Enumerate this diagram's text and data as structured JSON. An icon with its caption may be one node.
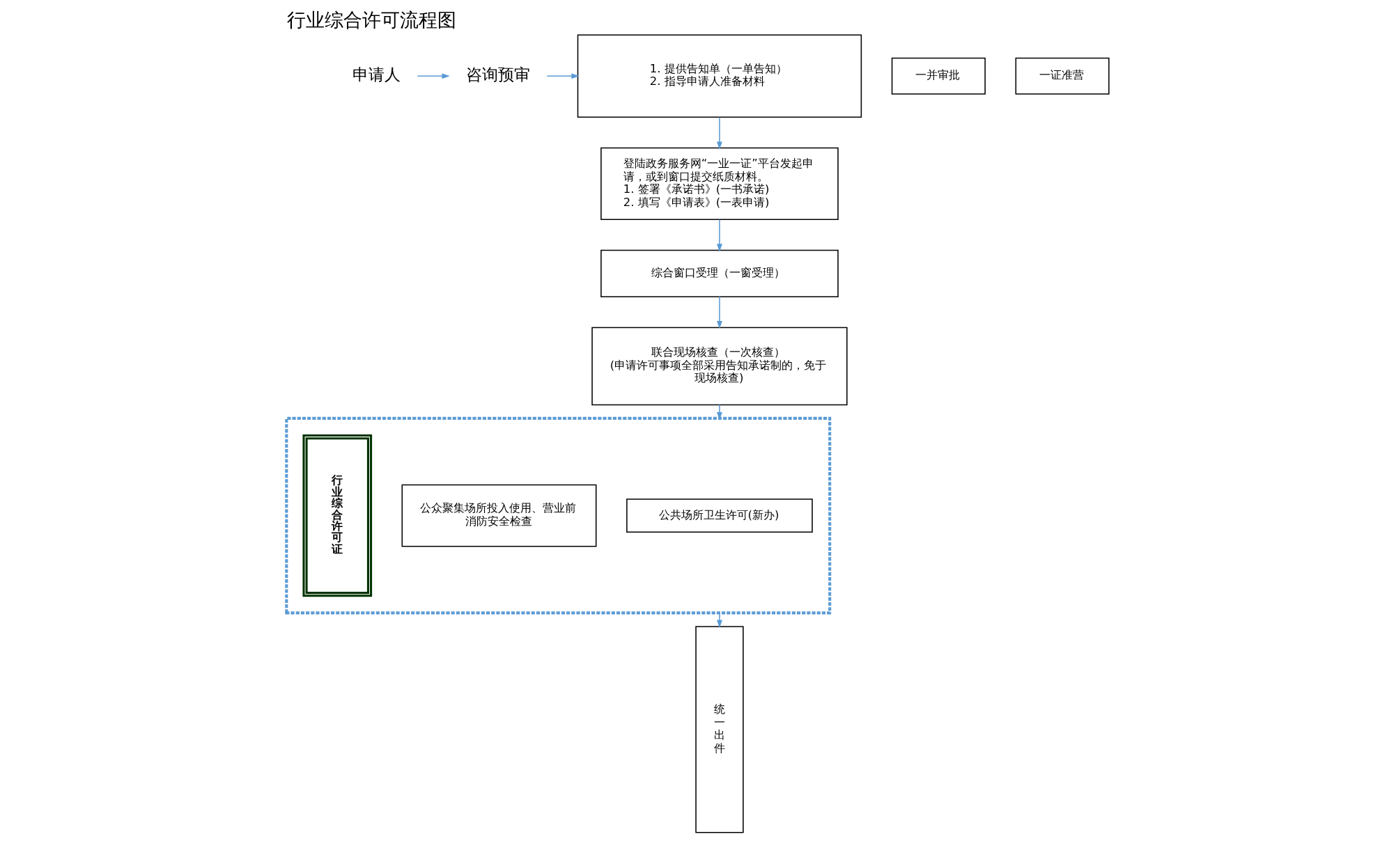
{
  "diagram": {
    "title": "行业综合许可流程图",
    "nodes": [
      {
        "text": [
          "申请人"
        ]
      },
      {
        "text": [
          "咨询预审"
        ]
      },
      {
        "text": [
          "1. 提供告知单（一单告知）",
          "2. 指导申请人准备材料"
        ]
      },
      {
        "text": [
          "登陆政务服务网“一业一证”平台发起申请，或到窗口提交纸质材料。",
          "1. 签署《承诺书》(一书承诺)",
          "2. 填写《申请表》(一表申请)"
        ]
      },
      {
        "text": [
          "综合窗口受理（一窗受理）"
        ]
      },
      {
        "text": [
          "联合现场核查（一次核查）",
          "(申请许可事项全部采用告知承诺制的，免于现场核查)"
        ]
      },
      {
        "text": [],
        "shape": "box"
      },
      {
        "text": [
          "一并审批"
        ]
      },
      {
        "text": [
          "一证准营"
        ]
      },
      {
        "text": [
          "公共场所卫生许可(新办)"
        ],
        "in": 6
      },
      {
        "text": [
          "公众聚集场所投入使用、营业前消防安全检查"
        ],
        "in": 6
      },
      {
        "text": [
          "行业综合许可证"
        ],
        "in": 6
      },
      {
        "text": [
          "统一出件"
        ]
      }
    ],
    "edges": [
      {
        "from": 0,
        "to": 1,
        "arrow": "to"
      },
      {
        "from": 1,
        "to": 2,
        "arrow": "to"
      },
      {
        "from": 2,
        "to": 3,
        "arrow": "to"
      },
      {
        "from": 3,
        "to": 4,
        "arrow": "to"
      },
      {
        "from": 4,
        "to": 5,
        "arrow": "to"
      },
      {
        "from": 5,
        "to": 6,
        "arrow": "to"
      },
      {
        "from": 6,
        "to": 12,
        "arrow": "to"
      }
    ]
  }
}
